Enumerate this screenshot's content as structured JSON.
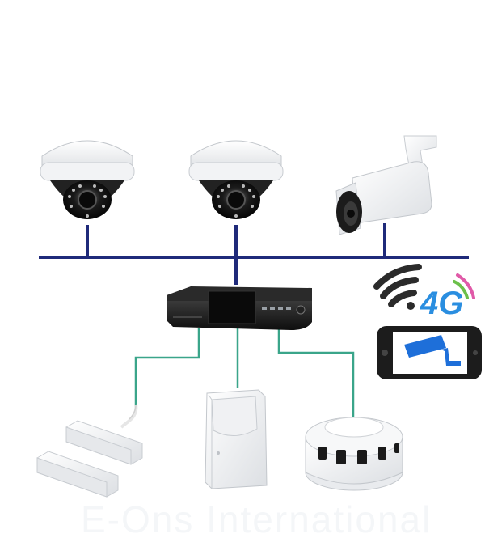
{
  "diagram": {
    "mobile_badge": "4G",
    "watermark_text": "E-Ons International",
    "nodes": [
      {
        "id": "dome-camera-1",
        "icon": "dome-camera-icon"
      },
      {
        "id": "dome-camera-2",
        "icon": "dome-camera-icon"
      },
      {
        "id": "bullet-camera",
        "icon": "bullet-camera-icon"
      },
      {
        "id": "nvr-recorder",
        "icon": "nvr-recorder-icon"
      },
      {
        "id": "door-contact-sensor",
        "icon": "magnetic-door-sensor-icon"
      },
      {
        "id": "pir-motion-detector",
        "icon": "pir-sensor-icon"
      },
      {
        "id": "smoke-detector",
        "icon": "smoke-detector-icon"
      },
      {
        "id": "smartphone",
        "icon": "smartphone-camera-app-icon"
      },
      {
        "id": "wifi-signal",
        "icon": "wifi-icon"
      }
    ],
    "colors": {
      "camera_bus": "#1f2a7a",
      "sensor_wires": "#3aa58a",
      "badge_blue": "#2a8ee0",
      "badge_green": "#6cc04a",
      "badge_pink": "#e05aa8",
      "recorder_body": "#1c1c1c"
    }
  }
}
